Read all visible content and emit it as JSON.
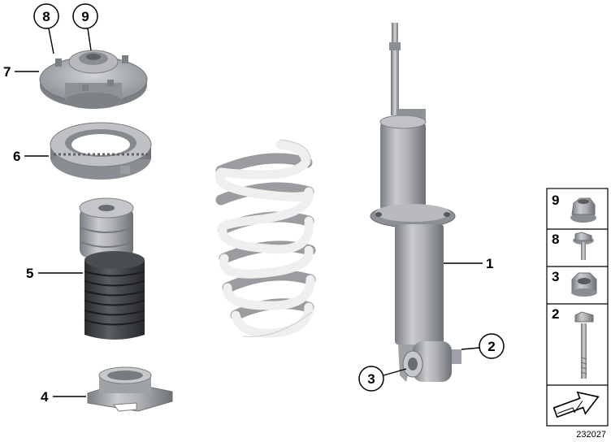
{
  "callouts": {
    "c1": "1",
    "c2": "2",
    "c3": "3",
    "c4": "4",
    "c5": "5",
    "c6": "6",
    "c7": "7",
    "c8": "8",
    "c9": "9"
  },
  "legend": {
    "items": [
      {
        "label": "9",
        "icon": "flange-nut-icon"
      },
      {
        "label": "8",
        "icon": "short-bolt-icon"
      },
      {
        "label": "3",
        "icon": "hex-nut-icon"
      },
      {
        "label": "2",
        "icon": "long-bolt-icon"
      }
    ],
    "next_icon": "next-page-arrow-icon"
  },
  "reference_number": "232027",
  "colors": {
    "part_gray": "#a9abad",
    "spring_white": "#ececec",
    "boot_black": "#3a3c3f"
  }
}
